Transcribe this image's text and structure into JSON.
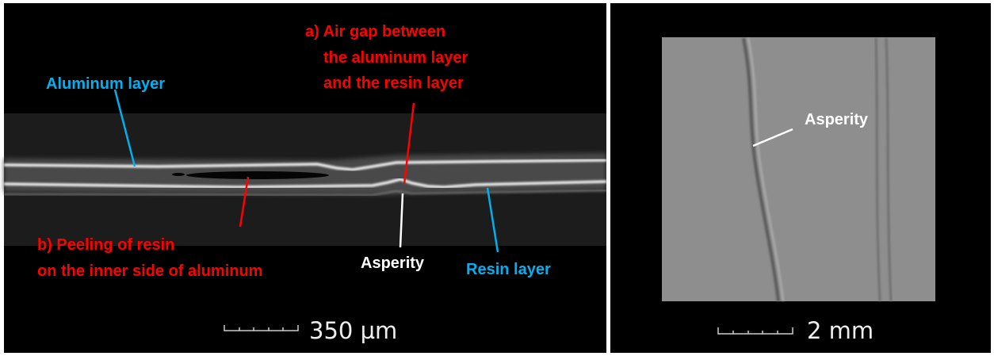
{
  "left_panel": {
    "labels": {
      "aluminum_layer": "Aluminum layer",
      "air_gap_line1": "a) Air gap between",
      "air_gap_line2": "the aluminum layer",
      "air_gap_line3": "and the resin layer",
      "peeling_line1": "b) Peeling of resin",
      "peeling_line2": "on the inner side of aluminum",
      "asperity": "Asperity",
      "resin_layer": "Resin layer"
    },
    "scale_bar": "350 µm"
  },
  "right_panel": {
    "labels": {
      "asperity": "Asperity"
    },
    "scale_bar": "2 mm"
  },
  "colors": {
    "red_label": "#ff0000",
    "blue_label": "#00b0f0",
    "white_label": "#ffffff"
  }
}
